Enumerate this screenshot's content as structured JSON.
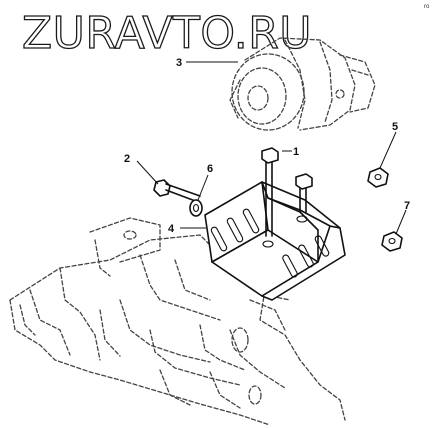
{
  "watermark": {
    "text": "ZURAVTO.RU"
  },
  "corner_mark": {
    "text": "ro"
  },
  "callouts": [
    {
      "id": "1",
      "label": "1"
    },
    {
      "id": "2",
      "label": "2"
    },
    {
      "id": "3",
      "label": "3"
    },
    {
      "id": "4",
      "label": "4"
    },
    {
      "id": "5",
      "label": "5"
    },
    {
      "id": "6",
      "label": "6"
    },
    {
      "id": "7",
      "label": "7"
    }
  ],
  "colors": {
    "line": "#111111",
    "phantom": "#444444",
    "background": "#ffffff"
  },
  "parts_icons": [
    "alternator-icon",
    "bracket-icon",
    "bolt-icon",
    "washer-icon",
    "nut-icon",
    "engine-block-icon"
  ]
}
